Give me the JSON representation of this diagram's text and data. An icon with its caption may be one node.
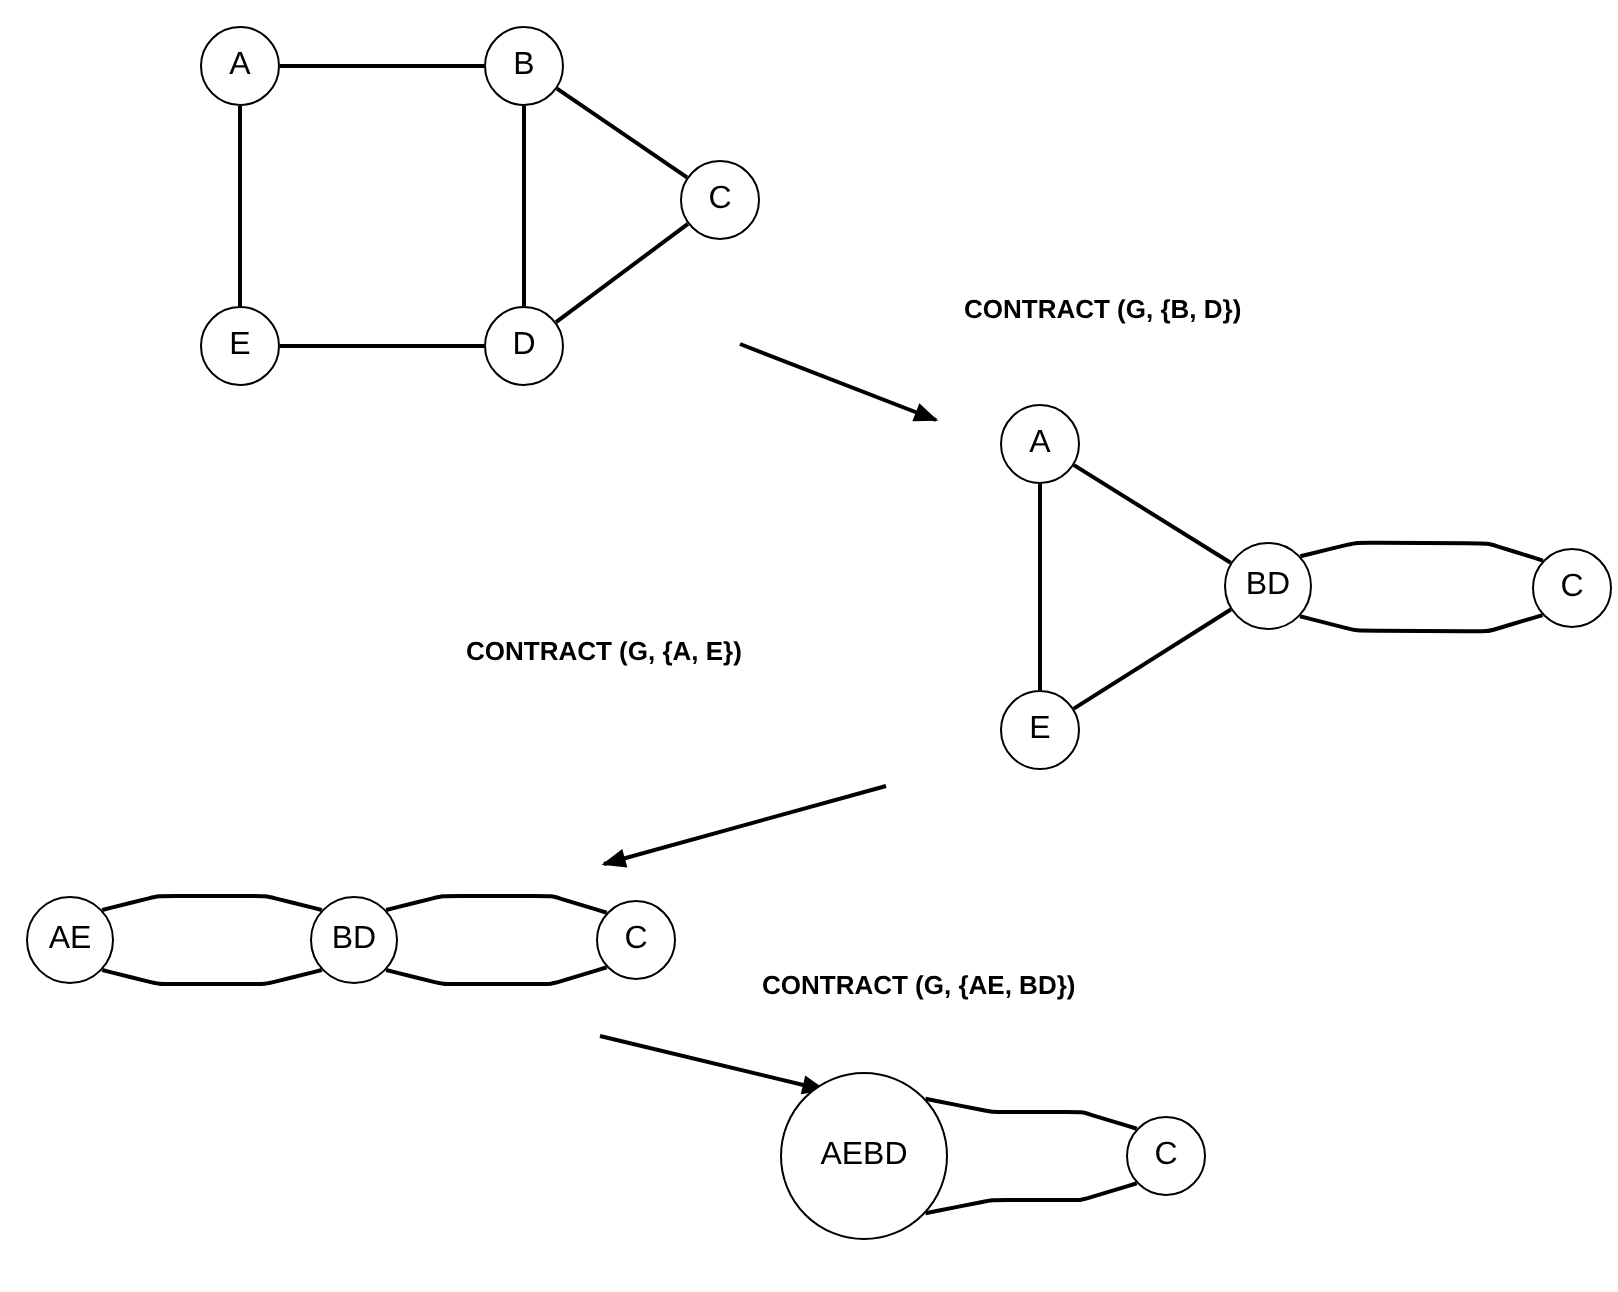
{
  "diagram": {
    "nodes": [
      {
        "text": [
          "A"
        ]
      },
      {
        "text": [
          "B"
        ]
      },
      {
        "text": [
          "C"
        ]
      },
      {
        "text": [
          "E"
        ]
      },
      {
        "text": [
          "D"
        ]
      },
      {
        "text": [
          "A"
        ]
      },
      {
        "text": [
          "BD"
        ]
      },
      {
        "text": [
          "C"
        ]
      },
      {
        "text": [
          "E"
        ]
      },
      {
        "text": [
          "AE"
        ]
      },
      {
        "text": [
          "BD"
        ]
      },
      {
        "text": [
          "C"
        ]
      },
      {
        "text": [
          "AEBD"
        ]
      },
      {
        "text": [
          "C"
        ]
      }
    ],
    "edges": [
      {
        "from": 0,
        "to": 1,
        "arrow": "none"
      },
      {
        "from": 0,
        "to": 3,
        "arrow": "none"
      },
      {
        "from": 1,
        "to": 2,
        "arrow": "none"
      },
      {
        "from": 1,
        "to": 4,
        "arrow": "none"
      },
      {
        "from": 2,
        "to": 4,
        "arrow": "none"
      },
      {
        "from": 3,
        "to": 4,
        "arrow": "none"
      },
      {
        "from": 5,
        "to": 6,
        "arrow": "none"
      },
      {
        "from": 5,
        "to": 8,
        "arrow": "none"
      },
      {
        "from": 8,
        "to": 6,
        "arrow": "none"
      },
      {
        "from": 6,
        "to": 7,
        "arrow": "none"
      },
      {
        "from": 6,
        "to": 7,
        "arrow": "none"
      },
      {
        "from": 9,
        "to": 10,
        "arrow": "none"
      },
      {
        "from": 9,
        "to": 10,
        "arrow": "none"
      },
      {
        "from": 10,
        "to": 11,
        "arrow": "none"
      },
      {
        "from": 10,
        "to": 11,
        "arrow": "none"
      },
      {
        "from": 12,
        "to": 13,
        "arrow": "none"
      },
      {
        "from": 12,
        "to": 13,
        "arrow": "none"
      }
    ],
    "labels": [
      "CONTRACT (G, {B, D})",
      "CONTRACT (G, {A, E})",
      "CONTRACT (G, {AE, BD})"
    ]
  }
}
